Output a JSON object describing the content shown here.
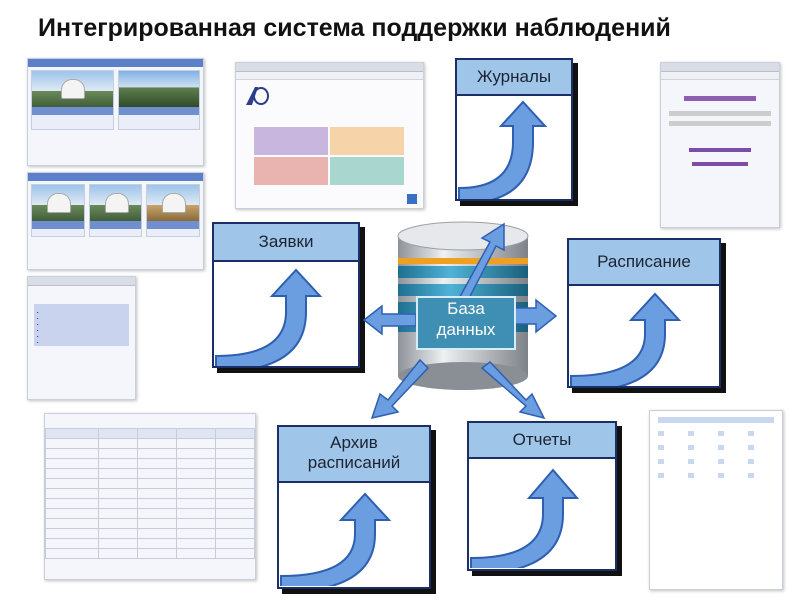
{
  "title": "Интегрированная система поддержки наблюдений",
  "boxes": {
    "journals": "Журналы",
    "requests": "Заявки",
    "schedule": "Расписание",
    "archive_line1": "Архив",
    "archive_line2": "расписаний",
    "reports": "Отчеты"
  },
  "database": {
    "line1": "База",
    "line2": "данных"
  },
  "colors": {
    "box_header": "#9fc6e8",
    "box_border": "#1b2f66",
    "arrow": "#5f8fd6",
    "db_label": "#3f8fb5"
  }
}
